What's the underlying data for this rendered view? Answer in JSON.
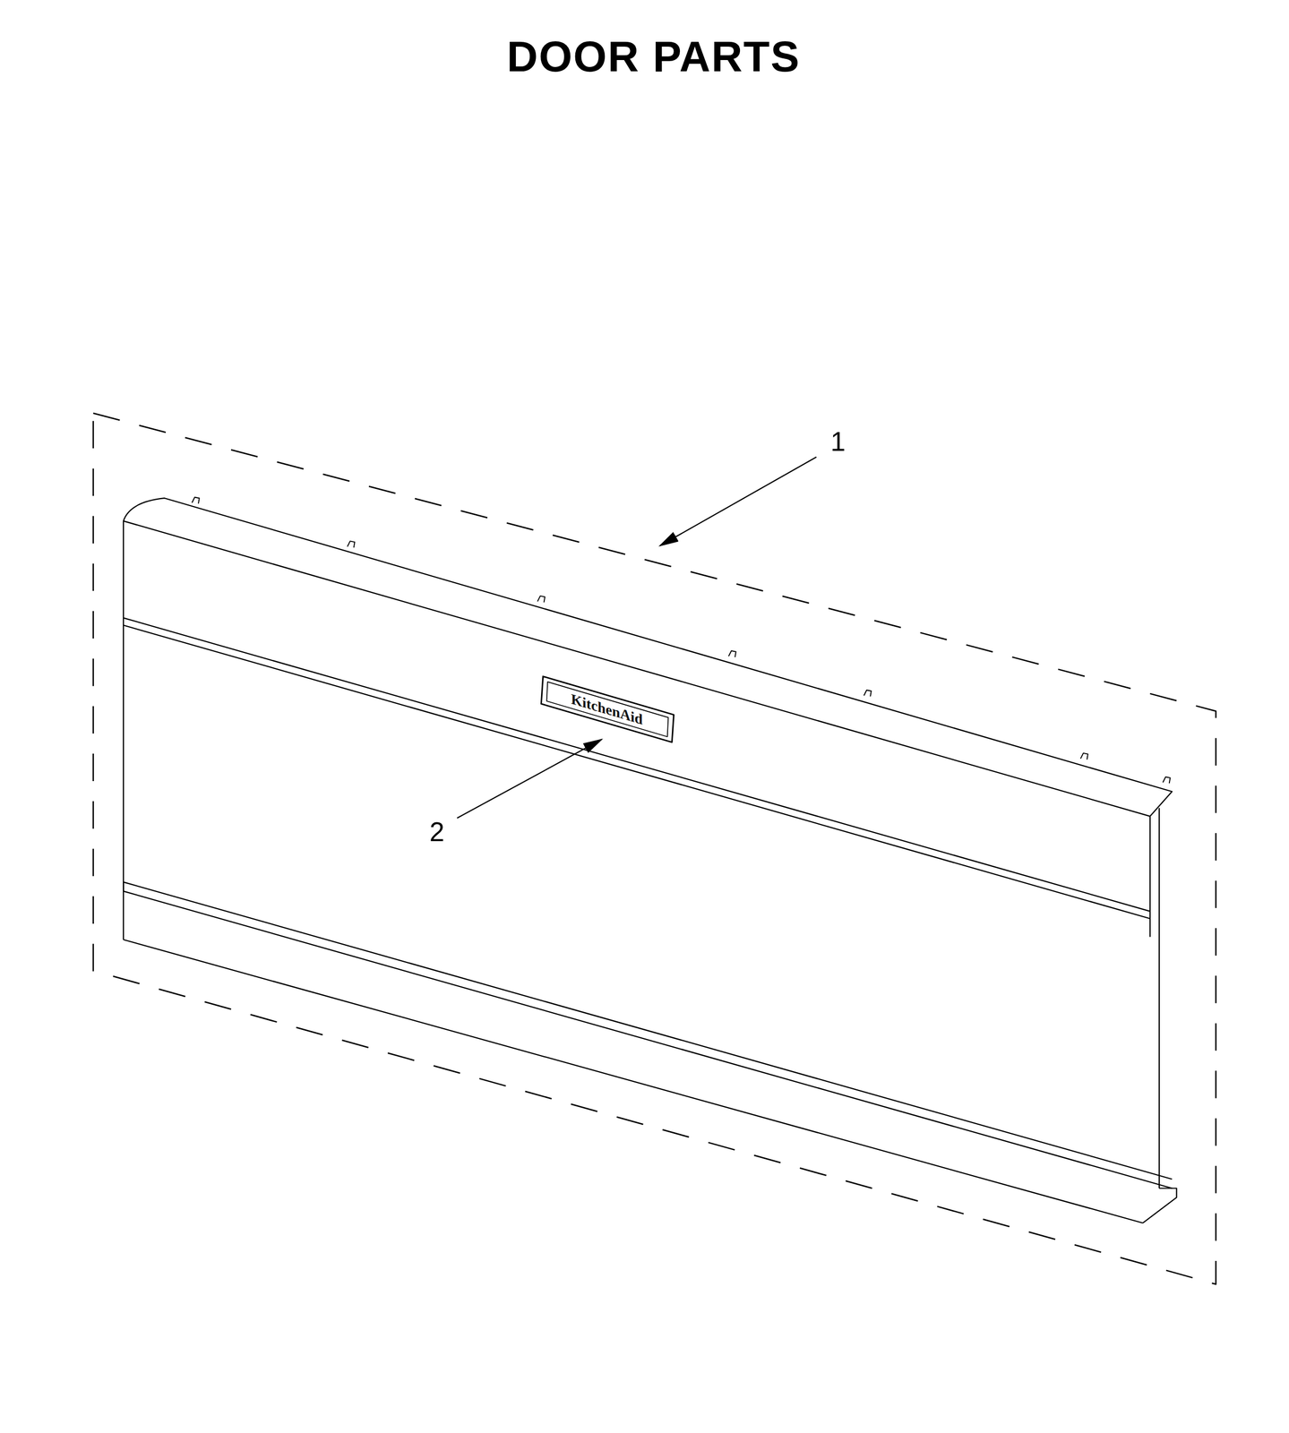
{
  "diagram": {
    "title": "DOOR PARTS",
    "labels": [
      "1",
      "2",
      "KitchenAid"
    ]
  }
}
